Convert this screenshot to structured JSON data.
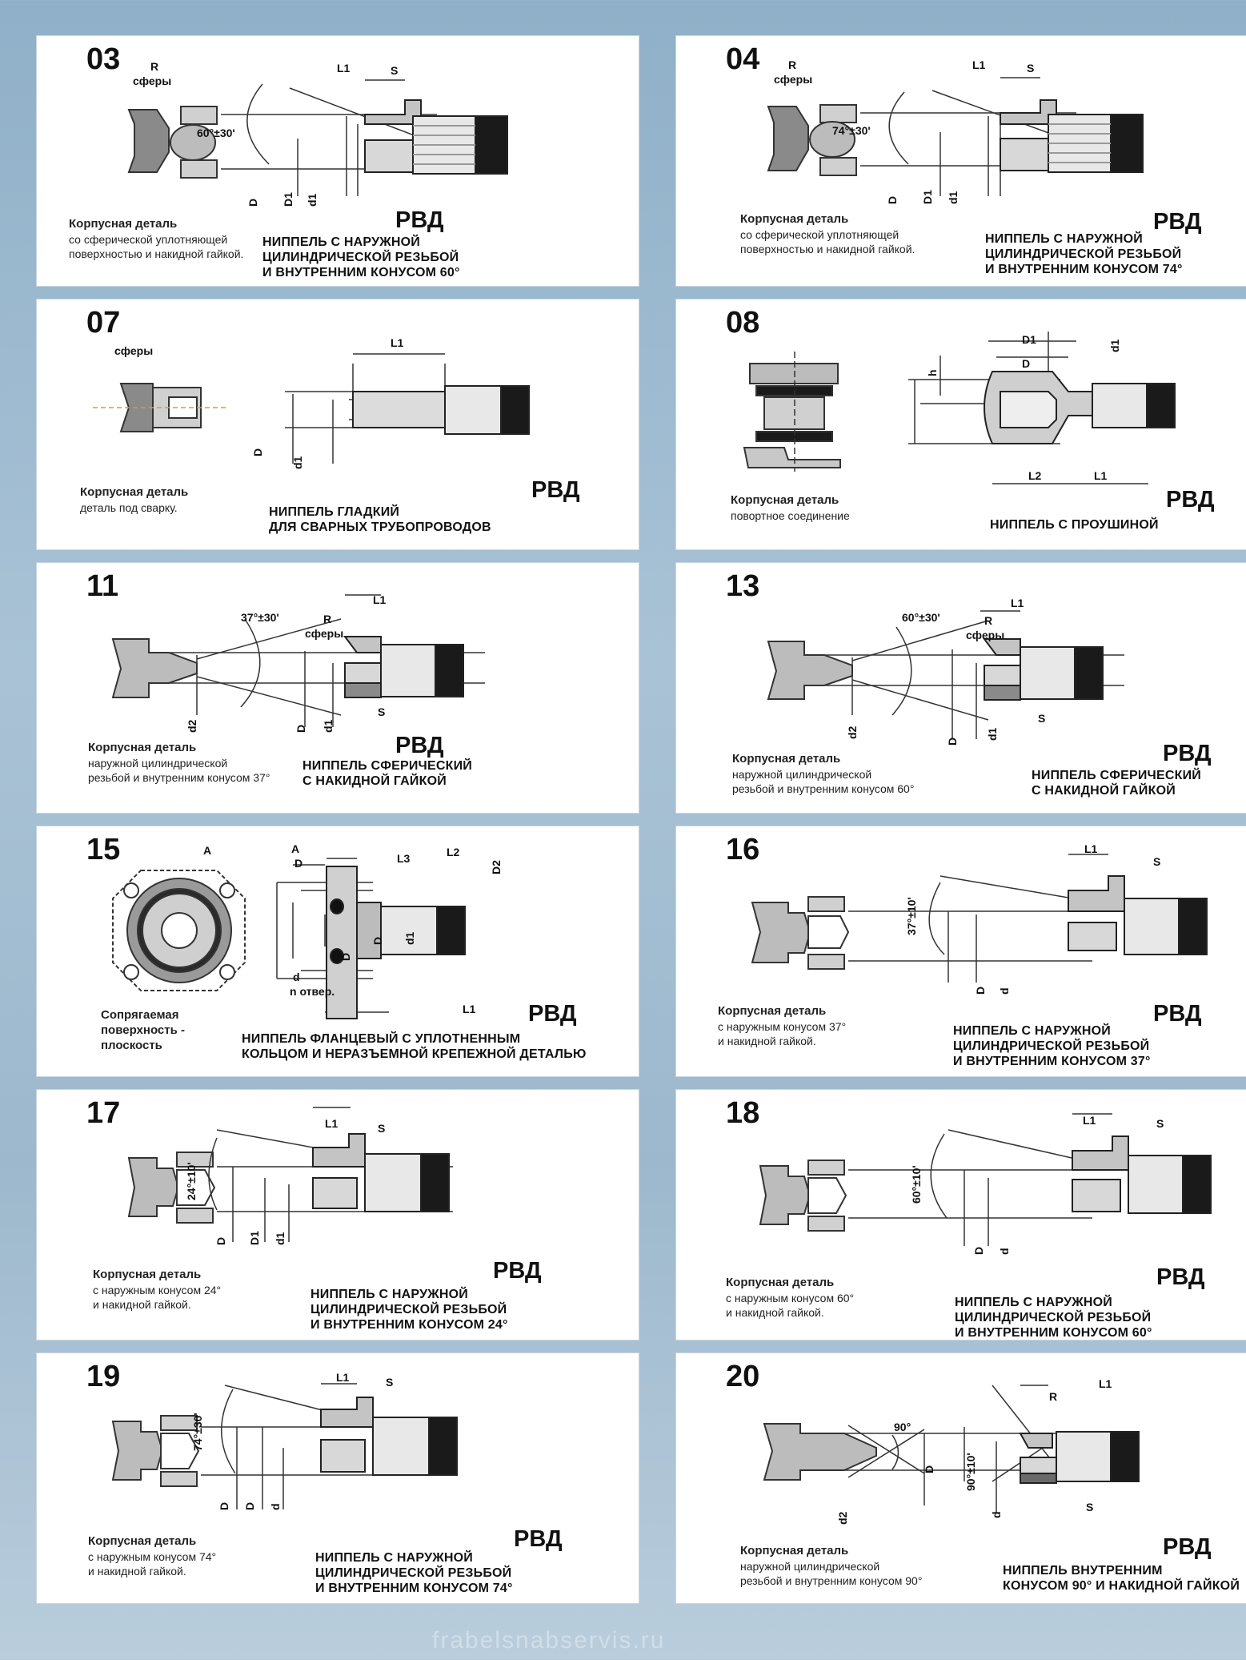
{
  "cards": [
    {
      "num": "03",
      "body_title": "Корпусная деталь",
      "body_desc": "со сферической уплотняющей\nповерхностью и накидной гайкой.",
      "fitting": "НИППЕЛЬ С НАРУЖНОЙ\nЦИЛИНДРИЧЕСКОЙ РЕЗЬБОЙ\nИ ВНУТРЕННИМ КОНУСОМ 60°",
      "rvd": "РВД",
      "labels": {
        "r": "R",
        "sph": "сферы",
        "ang": "60°±30'",
        "l1": "L1",
        "s": "S",
        "d": "D",
        "d1u": "D1",
        "d1l": "d1"
      }
    },
    {
      "num": "04",
      "body_title": "Корпусная деталь",
      "body_desc": "со сферической уплотняющей\nповерхностью и накидной гайкой.",
      "fitting": "НИППЕЛЬ С НАРУЖНОЙ\nЦИЛИНДРИЧЕСКОЙ РЕЗЬБОЙ\nИ ВНУТРЕННИМ  КОНУСОМ 74°",
      "rvd": "РВД",
      "labels": {
        "r": "R",
        "sph": "сферы",
        "ang": "74°±30'",
        "l1": "L1",
        "s": "S",
        "d": "D",
        "d1u": "D1",
        "d1l": "d1"
      }
    },
    {
      "num": "07",
      "body_title": "Корпусная деталь",
      "body_desc": "деталь под сварку.",
      "fitting": "НИППЕЛЬ ГЛАДКИЙ\nДЛЯ СВАРНЫХ ТРУБОПРОВОДОВ",
      "rvd": "РВД",
      "labels": {
        "sph": "сферы",
        "l1": "L1",
        "d": "D",
        "d1l": "d1"
      }
    },
    {
      "num": "08",
      "body_title": "Корпусная деталь",
      "body_desc": "повортное соединение",
      "fitting": "НИППЕЛЬ С ПРОУШИНОЙ",
      "rvd": "РВД",
      "labels": {
        "d1u": "D1",
        "d": "D",
        "d1l": "d1",
        "h": "h",
        "l2": "L2",
        "l1": "L1"
      }
    },
    {
      "num": "11",
      "body_title": "Корпусная деталь",
      "body_desc": "наружной цилиндрической\nрезьбой и внутренним конусом 37°",
      "fitting": "НИППЕЛЬ СФЕРИЧЕСКИЙ\nС НАКИДНОЙ ГАЙКОЙ",
      "rvd": "РВД",
      "labels": {
        "ang": "37°±30'",
        "r": "R",
        "sph": "сферы",
        "l1": "L1",
        "s": "S",
        "d2": "d2",
        "d": "D",
        "d1l": "d1"
      }
    },
    {
      "num": "13",
      "body_title": "Корпусная деталь",
      "body_desc": "наружной цилиндрической\nрезьбой и внутренним конусом 60°",
      "fitting": "НИППЕЛЬ СФЕРИЧЕСКИЙ\nС НАКИДНОЙ ГАЙКОЙ",
      "rvd": "РВД",
      "labels": {
        "ang": "60°±30'",
        "r": "R",
        "sph": "сферы",
        "l1": "L1",
        "s": "S",
        "d2": "d2",
        "d": "D",
        "d1l": "d1"
      }
    },
    {
      "num": "15",
      "body_title": "Сопрягаемая\nповерхность -\nплоскость",
      "body_desc": "",
      "fitting": "НИППЕЛЬ ФЛАНЦЕВЫЙ С УПЛОТНЕННЫМ\nКОЛЬЦОМ И НЕРАЗЪЕМНОЙ КРЕПЕЖНОЙ ДЕТАЛЬЮ",
      "rvd": "РВД",
      "labels": {
        "a1": "A",
        "a2": "A",
        "d": "D",
        "dsmall": "d",
        "holes": "n отвер.",
        "l3": "L3",
        "l2": "L2",
        "d2": "D2",
        "dD": "D",
        "dD2": "D",
        "d1l": "d1",
        "l1": "L1"
      }
    },
    {
      "num": "16",
      "body_title": "Корпусная деталь",
      "body_desc": "с наружным конусом 37°\nи накидной гайкой.",
      "fitting": "НИППЕЛЬ С НАРУЖНОЙ\nЦИЛИНДРИЧЕСКОЙ РЕЗЬБОЙ\nИ ВНУТРЕННИМ  КОНУСОМ 37°",
      "rvd": "РВД",
      "labels": {
        "ang": "37°±10'",
        "l1": "L1",
        "s": "S",
        "d": "D",
        "dl": "d"
      }
    },
    {
      "num": "17",
      "body_title": "Корпусная деталь",
      "body_desc": "с наружным конусом 24°\nи накидной гайкой.",
      "fitting": "НИППЕЛЬ С НАРУЖНОЙ\nЦИЛИНДРИЧЕСКОЙ РЕЗЬБОЙ\nИ ВНУТРЕННИМ  КОНУСОМ  24°",
      "rvd": "РВД",
      "labels": {
        "ang": "24°±10'",
        "l1": "L1",
        "s": "S",
        "d": "D",
        "d1u": "D1",
        "d1l": "d1"
      }
    },
    {
      "num": "18",
      "body_title": "Корпусная деталь",
      "body_desc": "с наружным конусом 60°\nи накидной гайкой.",
      "fitting": "НИППЕЛЬ С НАРУЖНОЙ\nЦИЛИНДРИЧЕСКОЙ РЕЗЬБОЙ\nИ ВНУТРЕННИМ  КОНУСОМ  60°",
      "rvd": "РВД",
      "labels": {
        "ang": "60°±10'",
        "l1": "L1",
        "s": "S",
        "d": "D",
        "dl": "d"
      }
    },
    {
      "num": "19",
      "body_title": "Корпусная деталь",
      "body_desc": "с наружным конусом 74°\nи накидной гайкой.",
      "fitting": "НИППЕЛЬ С НАРУЖНОЙ\nЦИЛИНДРИЧЕСКОЙ РЕЗЬБОЙ\nИ  ВНУТРЕННИМ  КОНУСОМ 74°",
      "rvd": "РВД",
      "labels": {
        "ang": "74°±30'",
        "l1": "L1",
        "s": "S",
        "d": "D",
        "d1u": "D",
        "dl": "d"
      }
    },
    {
      "num": "20",
      "body_title": "Корпусная деталь",
      "body_desc": "наружной цилиндрической\nрезьбой и внутренним конусом 90°",
      "fitting": "НИППЕЛЬ ВНУТРЕННИМ\nКОНУСОМ 90° И  НАКИДНОЙ ГАЙКОЙ",
      "rvd": "РВД",
      "labels": {
        "ang": "90°",
        "ang2": "90°±10'",
        "r": "R",
        "l1": "L1",
        "s": "S",
        "d2": "d2",
        "d": "D",
        "dl": "d"
      }
    }
  ],
  "watermark": "frabelsnabservis.ru"
}
